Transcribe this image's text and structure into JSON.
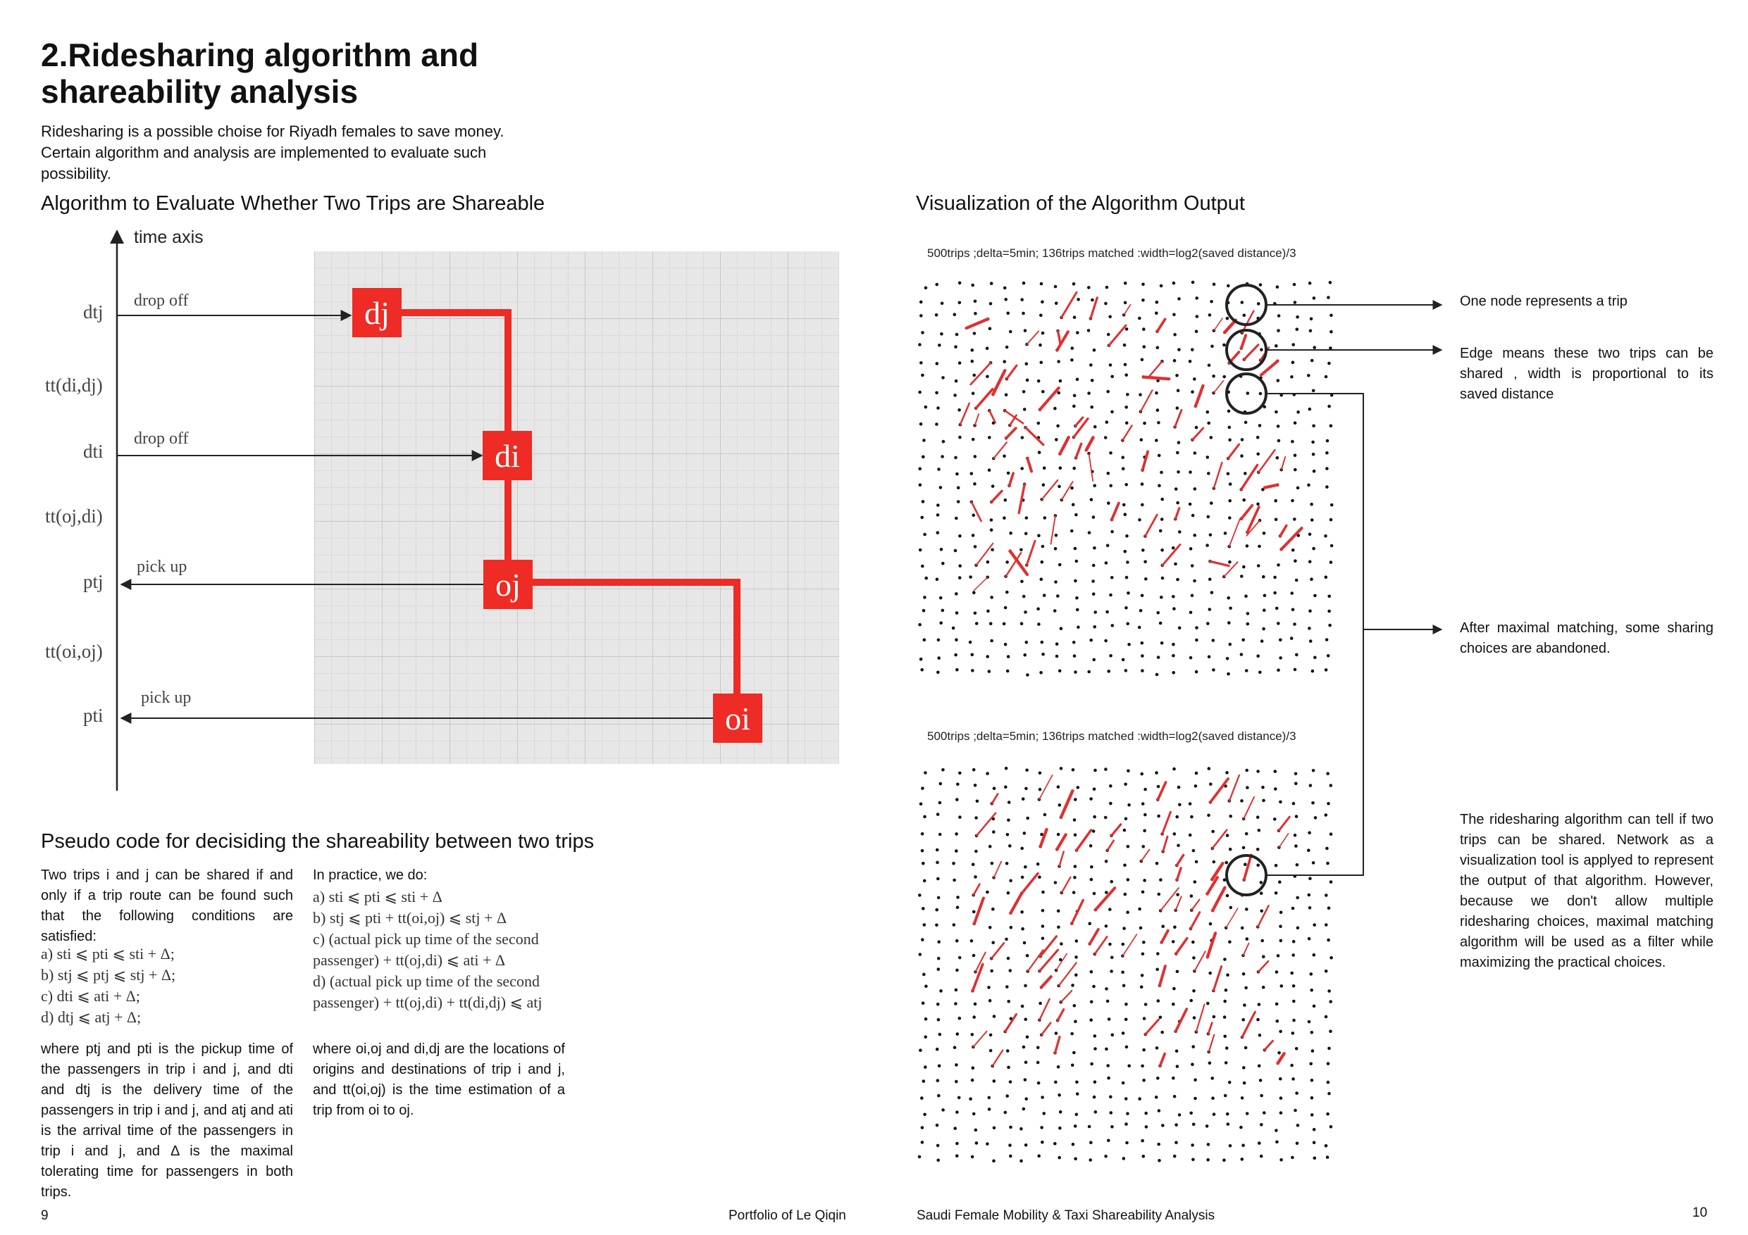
{
  "header": {
    "title": "2.Ridesharing algorithm and shareability analysis",
    "intro": "Ridesharing is a possible choise for Riyadh females to save money. Certain algorithm and analysis are implemented to evaluate such possibility."
  },
  "left": {
    "algo_title": "Algorithm to Evaluate Whether Two Trips are Shareable",
    "time_axis": "time axis",
    "axis_labels": [
      "dtj",
      "tt(di,dj)",
      "dti",
      "tt(oj,di)",
      "ptj",
      "tt(oi,oj)",
      "pti"
    ],
    "arrow_labels": [
      "drop off",
      "drop off",
      "pick up",
      "pick up"
    ],
    "nodes": [
      "dj",
      "di",
      "oj",
      "oi"
    ],
    "pseudo_title": "Pseudo code for decisiding the shareability between two trips",
    "col1": {
      "intro": "Two trips i and j can be shared if and only if a trip route can be found such that the following conditions are satisfied:",
      "conditions": [
        "a) sti ⩽ pti ⩽ sti + Δ;",
        "b) stj ⩽ ptj ⩽ stj + Δ;",
        "c) dti ⩽ ati + Δ;",
        "d) dtj ⩽ atj + Δ;"
      ],
      "where": "where ptj and pti is the pickup time of the passengers in trip i and j, and dti and dtj is the delivery time of the passengers in trip i and j, and atj and ati is the arrival time of the passengers in trip i and j, and Δ is the maximal tolerating time for passengers in both trips."
    },
    "col2": {
      "intro": "In practice, we do:",
      "lines": [
        "a) sti ⩽ pti ⩽ sti + Δ",
        "b) stj ⩽ pti + tt(oi,oj) ⩽ stj + Δ",
        "c) (actual pick up time of the second",
        "passenger) + tt(oj,di) ⩽ ati + Δ",
        "d) (actual pick up time of the second",
        "passenger)  + tt(oj,di) + tt(di,dj) ⩽ atj"
      ],
      "where": "where oi,oj and di,dj are the locations of origins and destinations of trip i and j, and tt(oi,oj) is the time estimation of a trip from oi to oj."
    }
  },
  "right": {
    "viz_title": "Visualization of the Algorithm Output",
    "caption_top": "500trips ;delta=5min; 136trips matched :width=log2(saved distance)/3",
    "caption_bottom": "500trips ;delta=5min; 136trips matched :width=log2(saved distance)/3",
    "annotations": {
      "node": "One node represents a trip",
      "edge": "Edge means these two trips can be shared , width is proportional to its saved distance",
      "matching": "After maximal matching, some sharing choices are abandoned.",
      "summary": "The ridesharing algorithm can tell if two trips can be shared.  Network as a visualization tool is applyed to represent the output of that  algorithm. However, because we don't allow multiple ridesharing choices, maximal matching algorithm will be used as a filter while maximizing the practical choices."
    }
  },
  "footer": {
    "page_left": "9",
    "portfolio": "Portfolio of Le Qiqin",
    "project": "Saudi Female Mobility & Taxi Shareability Analysis",
    "page_right": "10"
  },
  "colors": {
    "accent_red": "#ee2b24",
    "edge_red": "#e03030",
    "ink": "#111111"
  }
}
